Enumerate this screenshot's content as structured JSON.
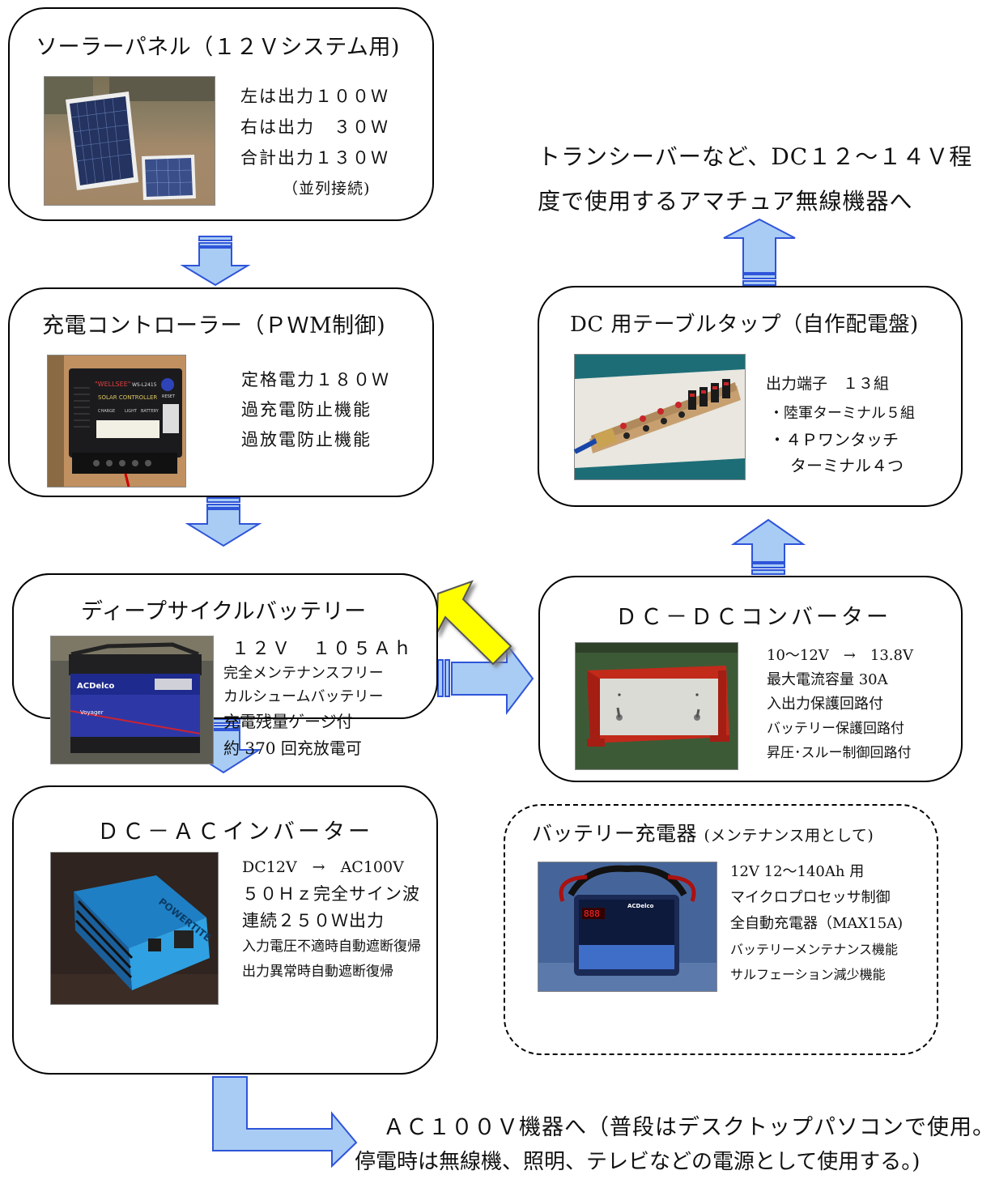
{
  "solar": {
    "title": "ソーラーパネル（１２Ｖシステム用)",
    "lines": [
      "左は出力１００Ｗ",
      "右は出力　３０Ｗ",
      "合計出力１３０Ｗ",
      "（並列接続)"
    ]
  },
  "controller": {
    "title": "充電コントローラー（ＰＷM制御)",
    "lines": [
      "定格電力１８０Ｗ",
      "過充電防止機能",
      "過放電防止機能"
    ],
    "photo_text": {
      "brand": "\"WELLSEE\"",
      "model": "WS-L2415",
      "label": "SOLAR CONTROLLER",
      "reset": "RESET",
      "charge": "CHARGE",
      "light": "LIGHT",
      "battery": "BATTERY"
    }
  },
  "battery": {
    "title": "ディープサイクルバッテリー",
    "lines": [
      "１２Ｖ　１０５Ａｈ",
      "完全メンテナンスフリー",
      "カルシュームバッテリー",
      "充電残量ゲージ付",
      "約 370 回充放電可"
    ],
    "photo_text": {
      "brand": "ACDelco",
      "model": "Voyager"
    }
  },
  "inverter": {
    "title": "ＤＣ－ＡＣインバーター",
    "lines": [
      "DC12V　→　AC100V",
      "５０Ｈｚ完全サイン波",
      "連続２５０Ｗ出力",
      "入力電圧不適時自動遮断復帰",
      "出力異常時自動遮断復帰"
    ],
    "photo_text": {
      "brand": "POWERTITE"
    }
  },
  "converter": {
    "title": "ＤＣ－ＤＣコンバーター",
    "lines": [
      "10～12V　→　13.8V",
      "最大電流容量 30A",
      "入出力保護回路付",
      "バッテリー保護回路付",
      "昇圧･スルー制御回路付"
    ]
  },
  "tap": {
    "title": "DC 用テーブルタップ（自作配電盤)",
    "lines": [
      "出力端子　１３組",
      "・陸軍ターミナル５組",
      "・４Ｐワンタッチ",
      "ターミナル４つ"
    ]
  },
  "charger": {
    "title": "バッテリー充電器",
    "title_note": "(メンテナンス用として)",
    "lines": [
      "12V 12～140Ah 用",
      "マイクロプロセッサ制御",
      "全自動充電器（MAX15A)",
      "バッテリーメンテナンス機能",
      "サルフェーション減少機能"
    ],
    "photo_text": {
      "brand": "ACDelco",
      "display": "888"
    }
  },
  "transceiver_note": [
    "トランシーバーなど、DC１２～１４Ｖ程",
    "度で使用するアマチュア無線機器へ"
  ],
  "ac_note": [
    "ＡＣ１００Ｖ機器へ（普段はデスクトップパソコンで使用。",
    "停電時は無線機、照明、テレビなどの電源として使用する。)"
  ],
  "colors": {
    "arrow_fill": "#a9ccf4",
    "arrow_stroke": "#2f55d9",
    "charge_arrow_fill": "#ffff00",
    "border": "#000000"
  }
}
